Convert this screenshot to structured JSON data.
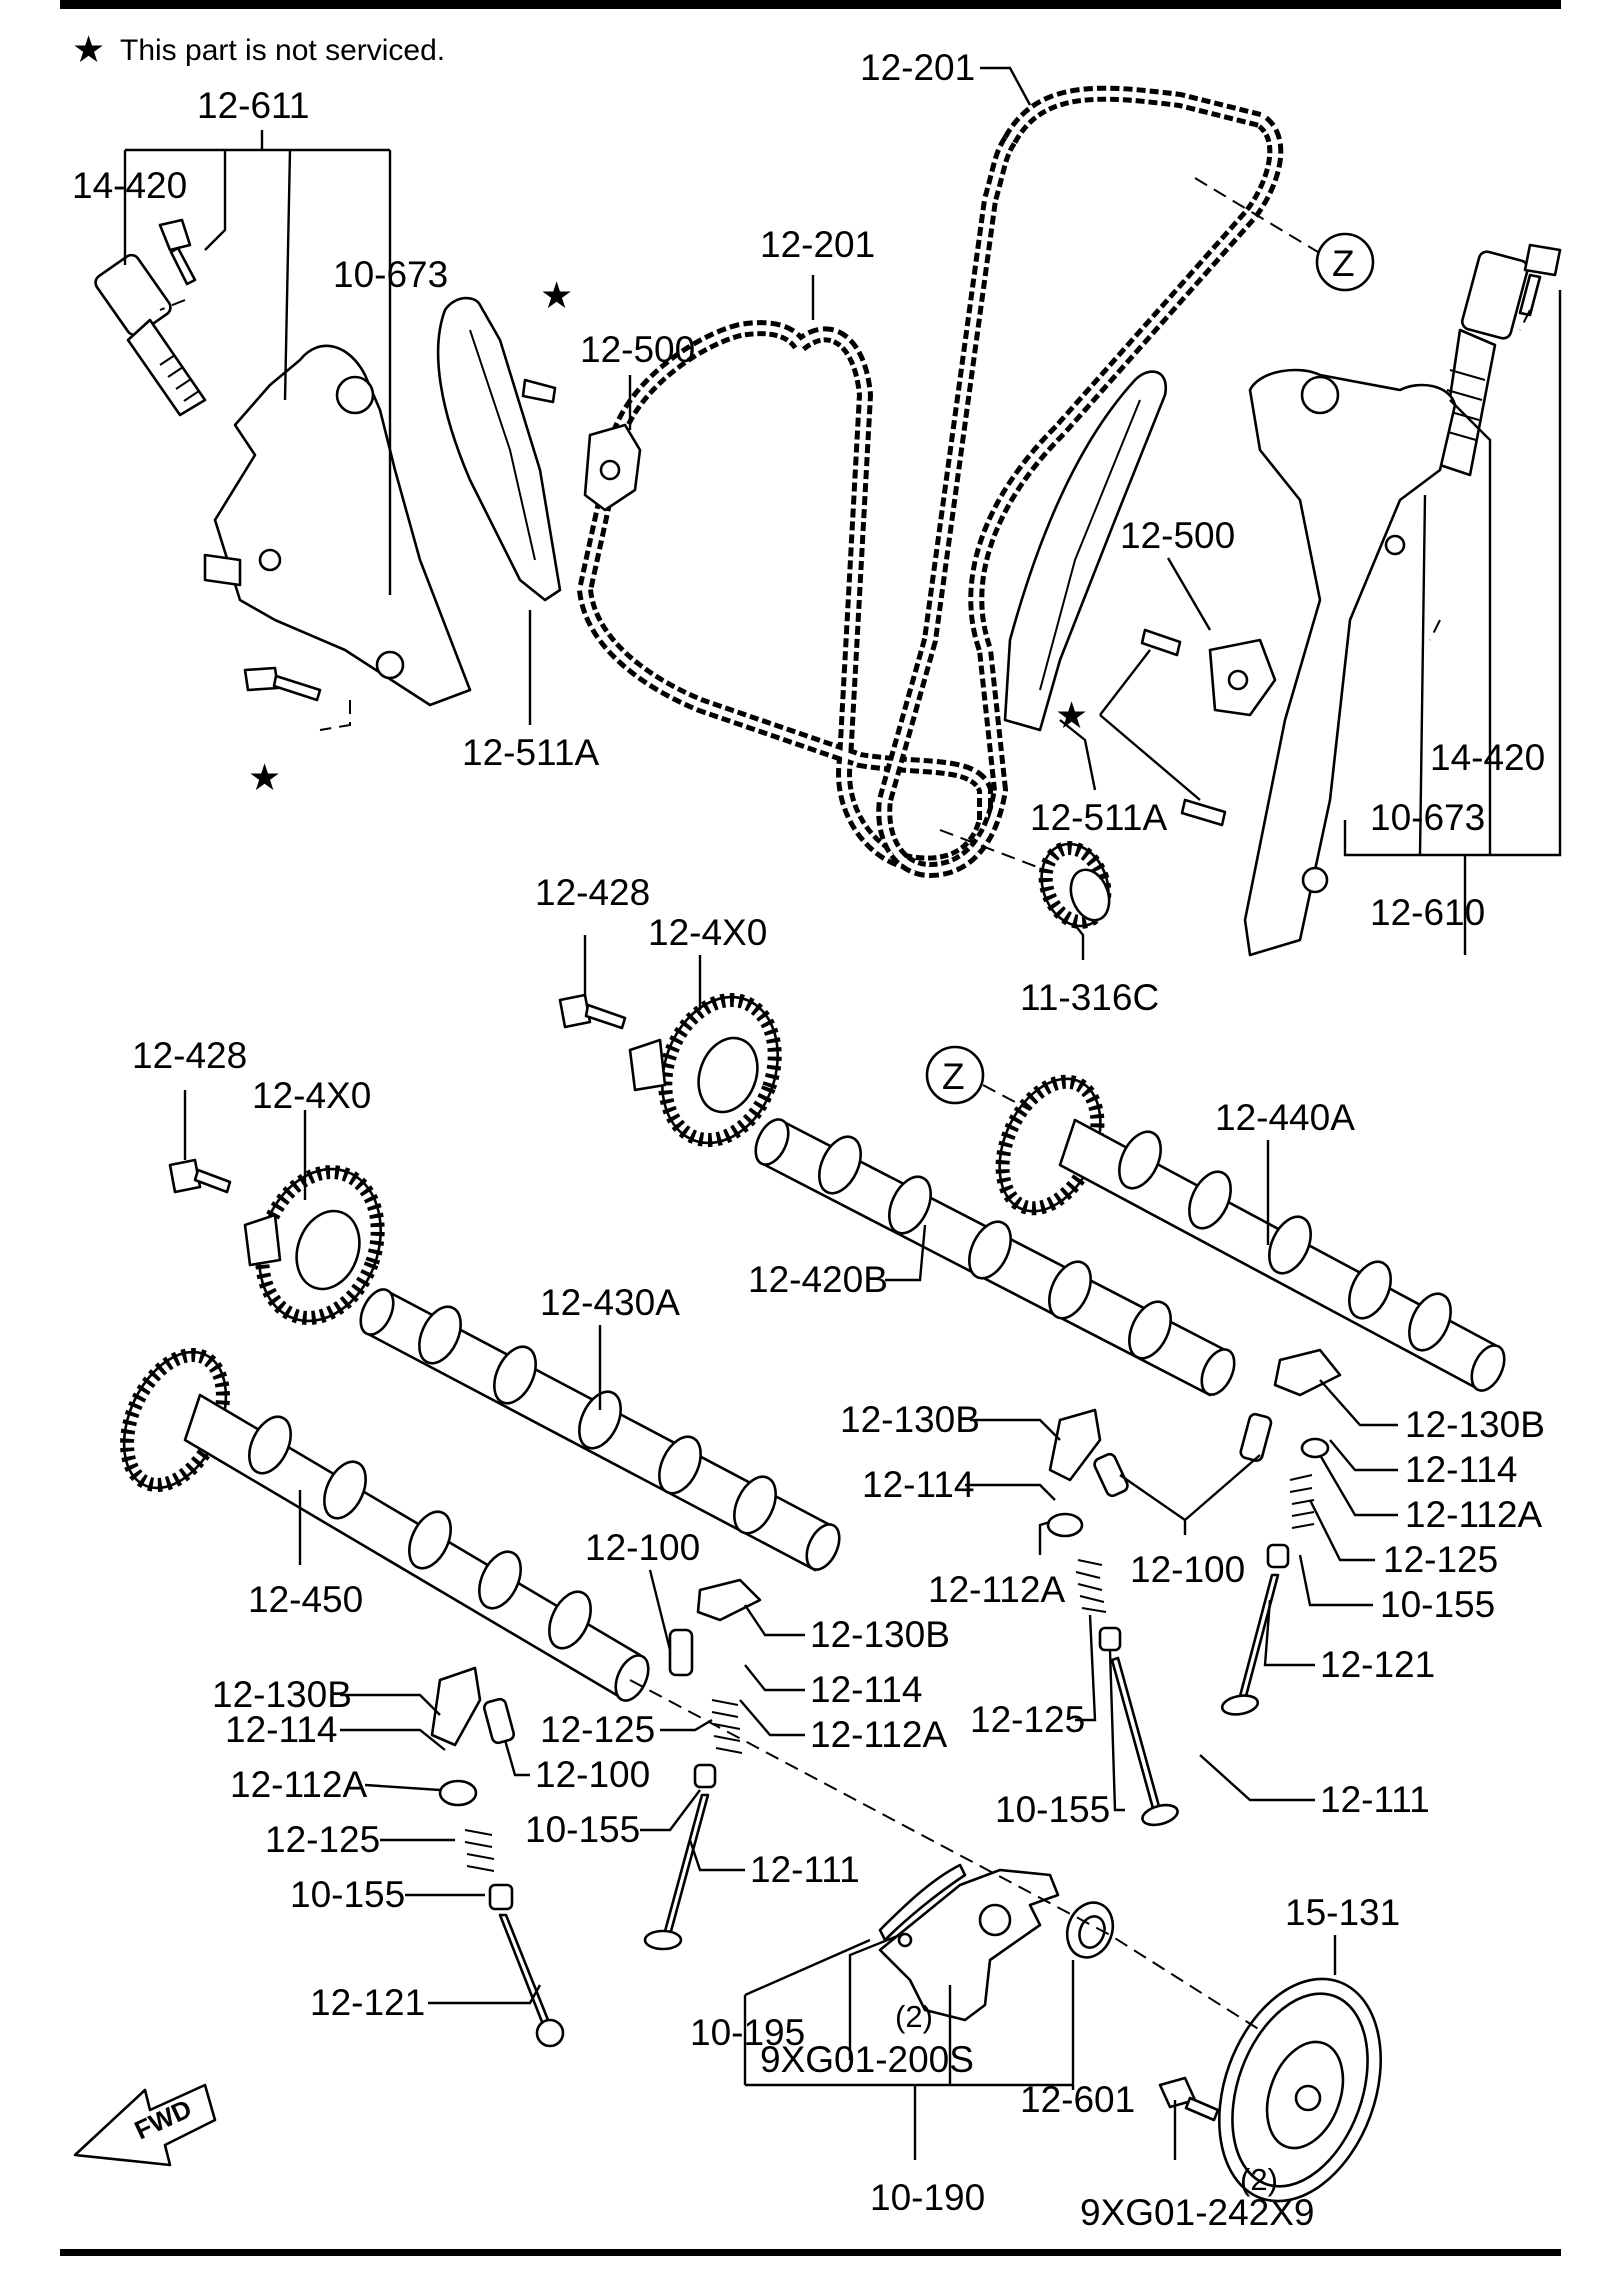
{
  "note": {
    "star": "★",
    "text": "This part is not serviced."
  },
  "ref_marks": {
    "z1": "Z",
    "z2": "Z"
  },
  "fwd": "FWD",
  "labels": {
    "l_12_611": "12-611",
    "l_14_420_a": "14-420",
    "l_10_673_a": "10-673",
    "l_12_500_a": "12-500",
    "l_12_511A_a": "12-511A",
    "l_12_201_a": "12-201",
    "l_12_201_b": "12-201",
    "l_12_500_b": "12-500",
    "l_14_420_b": "14-420",
    "l_10_673_b": "10-673",
    "l_12_511A_b": "12-511A",
    "l_12_610": "12-610",
    "l_11_316C": "11-316C",
    "l_12_428_a": "12-428",
    "l_12_4X0_a": "12-4X0",
    "l_12_428_b": "12-428",
    "l_12_4X0_b": "12-4X0",
    "l_12_440A": "12-440A",
    "l_12_420B": "12-420B",
    "l_12_430A": "12-430A",
    "l_12_450": "12-450",
    "l_12_130B_r1": "12-130B",
    "l_12_130B_r2": "12-130B",
    "l_12_114_r1": "12-114",
    "l_12_114_r2": "12-114",
    "l_12_112A_r1": "12-112A",
    "l_12_112A_r2": "12-112A",
    "l_12_100_r": "12-100",
    "l_12_125_r1": "12-125",
    "l_12_125_r2": "12-125",
    "l_10_155_r1": "10-155",
    "l_10_155_r2": "10-155",
    "l_12_121_r": "12-121",
    "l_12_111_r": "12-111",
    "l_12_100_l1": "12-100",
    "l_12_130B_l1": "12-130B",
    "l_12_114_l1": "12-114",
    "l_12_112A_l1": "12-112A",
    "l_12_125_l1": "12-125",
    "l_10_155_l1": "10-155",
    "l_12_111_l": "12-111",
    "l_12_130B_l2": "12-130B",
    "l_12_114_l2": "12-114",
    "l_12_112A_l2": "12-112A",
    "l_12_125_l2": "12-125",
    "l_10_155_l2": "10-155",
    "l_12_100_l2": "12-100",
    "l_12_121_l": "12-121",
    "l_10_195": "10-195",
    "l_9XG01_200S": "9XG01-200S",
    "l_12_601": "12-601",
    "l_15_131": "15-131",
    "l_10_190": "10-190",
    "l_9XG01_242X9": "9XG01-242X9"
  },
  "quantities": {
    "q_200S": "(2)",
    "q_242X9": "(2)"
  }
}
